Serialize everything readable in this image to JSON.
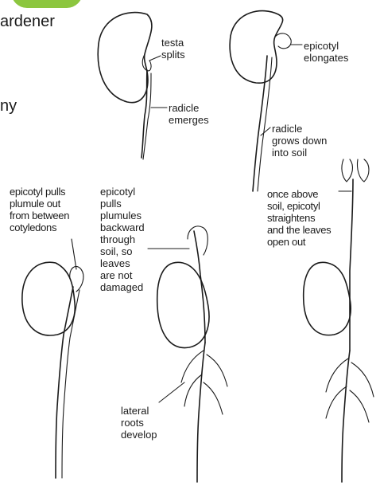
{
  "edge_text": {
    "line1": "ardener",
    "line2": "ny"
  },
  "labels": {
    "testa_splits": "testa\nsplits",
    "radicle_emerges": "radicle\nemerges",
    "epicotyl_elongates": "epicotyl\nelongates",
    "radicle_grows_down": "radicle\ngrows down\ninto soil",
    "epicotyl_pulls_plumule": "epicotyl pulls\nplumule out\nfrom between\ncotyledons",
    "epicotyl_pulls_plumules_backward": "epicotyl\npulls\nplumules\nbackward\nthrough\nsoil, so\nleaves\nare not\ndamaged",
    "lateral_roots": "lateral\nroots\ndevelop",
    "once_above_soil": "once above\nsoil, epicotyl\nstraightens\nand the leaves\nopen out"
  },
  "colors": {
    "accent_green": "#8cc63f",
    "line": "#1b1b1b"
  }
}
